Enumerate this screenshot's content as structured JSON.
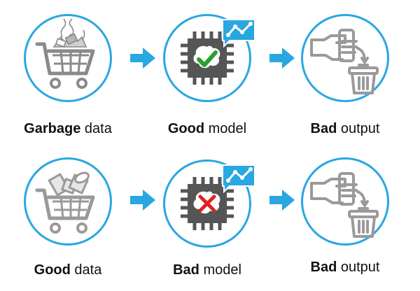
{
  "colors": {
    "accent": "#29a7e1",
    "check": "#2ba02b",
    "cross": "#e02020",
    "icon_gray": "#9a9a9a",
    "chip_dark": "#555555"
  },
  "rows": [
    {
      "items": [
        {
          "icon": "garbage-cart-icon",
          "bold": "Garbage",
          "rest": "data"
        },
        {
          "icon": "chip-check-icon",
          "bold": "Good",
          "rest": "model"
        },
        {
          "icon": "hand-trash-icon",
          "bold": "Bad",
          "rest": "output"
        }
      ]
    },
    {
      "items": [
        {
          "icon": "good-cart-icon",
          "bold": "Good",
          "rest": "data"
        },
        {
          "icon": "chip-cross-icon",
          "bold": "Bad",
          "rest": "model"
        },
        {
          "icon": "hand-trash-icon",
          "bold": "Bad",
          "rest": "output"
        }
      ]
    }
  ]
}
